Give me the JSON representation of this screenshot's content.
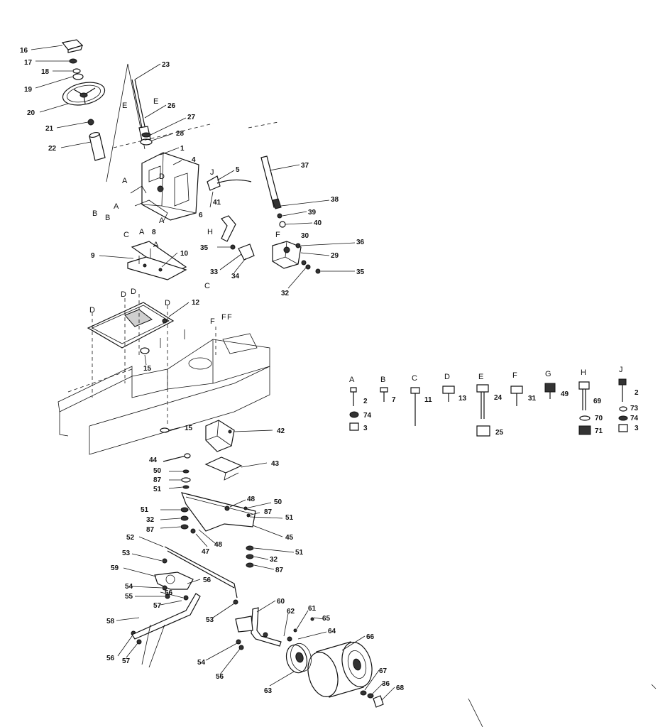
{
  "labels": {
    "p16": "16",
    "p17": "17",
    "p18": "18",
    "p19": "19",
    "p20": "20",
    "p21": "21",
    "p22": "22",
    "p23": "23",
    "p26": "26",
    "p27": "27",
    "p28": "28",
    "p1": "1",
    "p4": "4",
    "p5": "5",
    "p37": "37",
    "p38": "38",
    "p39": "39",
    "p40": "40",
    "p36": "36",
    "p30": "30",
    "p29": "29",
    "p35a": "35",
    "p35b": "35",
    "p33": "33",
    "p34": "34",
    "p32a": "32",
    "p6": "6",
    "p41": "41",
    "p8": "8",
    "p9": "9",
    "p10": "10",
    "p12": "12",
    "p15a": "15",
    "p15b": "15",
    "p42": "42",
    "p43": "43",
    "p44": "44",
    "p50a": "50",
    "p87a": "87",
    "p51a": "51",
    "p51b": "51",
    "p32b": "32",
    "p87b": "87",
    "p48a": "48",
    "p50b": "50",
    "p87c": "87",
    "p51c": "51",
    "p45": "45",
    "p47": "47",
    "p48b": "48",
    "p51d": "51",
    "p32c": "32",
    "p87d": "87",
    "p52": "52",
    "p53a": "53",
    "p59": "59",
    "p56a": "56",
    "p54a": "54",
    "p55": "55",
    "p56b": "56",
    "p57a": "57",
    "p53b": "53",
    "p58": "58",
    "p56c": "56",
    "p57b": "57",
    "p54b": "54",
    "p56d": "56",
    "p60": "60",
    "p62": "62",
    "p61": "61",
    "p65": "65",
    "p64": "64",
    "p66": "66",
    "p63": "63",
    "p67": "67",
    "p36b": "36",
    "p68": "68"
  },
  "refs": {
    "E1": "E",
    "E2": "E",
    "A1": "A",
    "B1": "B",
    "A2": "A",
    "B2": "B",
    "D1": "D",
    "J1": "J",
    "A3": "A",
    "H1": "H",
    "F1": "F",
    "C1": "C",
    "A4": "A",
    "A5": "A",
    "C2": "C",
    "D2": "D",
    "D3": "D",
    "D4": "D",
    "D5": "D",
    "F2": "F",
    "F3": "F",
    "F4": "F"
  },
  "hardware_legend": [
    {
      "letter": "A",
      "items": [
        "2",
        "74",
        "3"
      ]
    },
    {
      "letter": "B",
      "items": [
        "7"
      ]
    },
    {
      "letter": "C",
      "items": [
        "11"
      ]
    },
    {
      "letter": "D",
      "items": [
        "13"
      ]
    },
    {
      "letter": "E",
      "items": [
        "24",
        "25"
      ]
    },
    {
      "letter": "F",
      "items": [
        "31"
      ]
    },
    {
      "letter": "G",
      "items": [
        "49"
      ]
    },
    {
      "letter": "H",
      "items": [
        "69",
        "70",
        "71"
      ]
    },
    {
      "letter": "J",
      "items": [
        "2",
        "73",
        "74",
        "3"
      ]
    }
  ]
}
